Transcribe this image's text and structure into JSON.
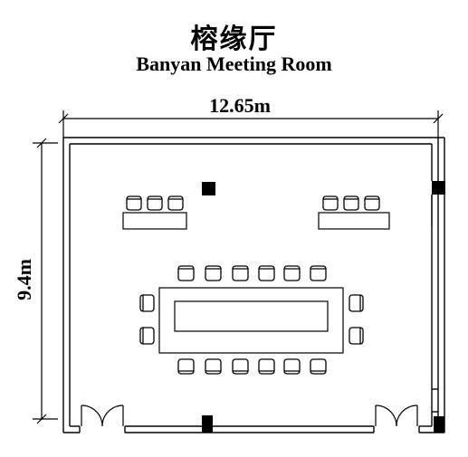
{
  "room": {
    "name_cn": "榕缘厅",
    "name_en": "Banyan Meeting Room",
    "width_label": "12.65m",
    "height_label": "9.4m"
  }
}
